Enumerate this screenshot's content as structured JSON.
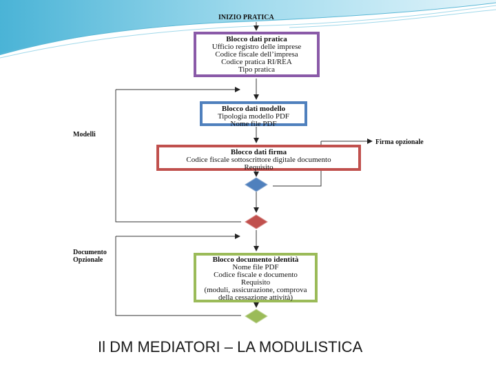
{
  "start_label": "INIZIO PRATICA",
  "blocks": {
    "pratica": {
      "title": "Blocco dati pratica",
      "lines": [
        "Ufficio registro delle imprese",
        "Codice fiscale dell’impresa",
        "Codice pratica RI/REA",
        "Tipo pratica"
      ]
    },
    "modello": {
      "title": "Blocco dati modello",
      "lines": [
        "Tipologia modello PDF",
        "Nome file PDF"
      ]
    },
    "firma": {
      "title": "Blocco dati firma",
      "lines": [
        "Codice fiscale sottoscrittore digitale documento",
        "Requisito"
      ]
    },
    "identita": {
      "title": "Blocco documento identità",
      "lines": [
        "Nome file PDF",
        "Codice fiscale e documento",
        "Requisito",
        "(moduli, assicurazione, comprova",
        "della cessazione attività)"
      ]
    }
  },
  "side_labels": {
    "modelli": "Modelli",
    "firma_opzionale": "Firma opzionale",
    "documento_line1": "Documento",
    "documento_line2": "Opzionale"
  },
  "caption": "Il DM MEDIATORI – LA MODULISTICA",
  "colors": {
    "pratica": "#8a5aa8",
    "modello": "#4f80bd",
    "firma": "#c0504d",
    "identita": "#9bbb59",
    "decision_blue": "#4f80bd",
    "decision_red": "#c0504d",
    "decision_green": "#9bbb59",
    "swoosh": "#5bb8d6"
  }
}
